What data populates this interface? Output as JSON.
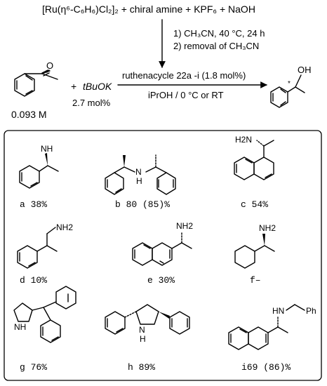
{
  "scheme": {
    "precursor_formula": "[Ru(η⁶-C₆H₆)Cl₂]₂ + chiral amine + KPF₆ + NaOH",
    "step1_condition": "1) CH₃CN, 40 °C, 24 h",
    "step2_condition": "2) removal of CH₃CN",
    "substrate_concentration": "0.093 M",
    "plus_sign": "+",
    "base_reagent": "tBuOK",
    "base_loading": "2.7 mol%",
    "catalyst_condition": "ruthenacycle 22a -i (1.8 mol%)",
    "solvent_condition": "iPrOH / 0 °C or RT",
    "product_stereocenter_mark": "*",
    "atom_o": "O",
    "atom_oh": "OH"
  },
  "amines": [
    {
      "label": "a 38%"
    },
    {
      "label": "b 80 (85)%"
    },
    {
      "label": "c 54%"
    },
    {
      "label": "d 10%"
    },
    {
      "label": "e 30%"
    },
    {
      "label": "f–"
    },
    {
      "label": "g 76%"
    },
    {
      "label": "h 89%"
    },
    {
      "label": "i69 (86)%"
    }
  ],
  "atom_labels": {
    "nh2": "NH2",
    "h2n": "H2N",
    "nh": "NH",
    "hn": "HN",
    "n": "N",
    "h": "H",
    "ph": "Ph"
  }
}
